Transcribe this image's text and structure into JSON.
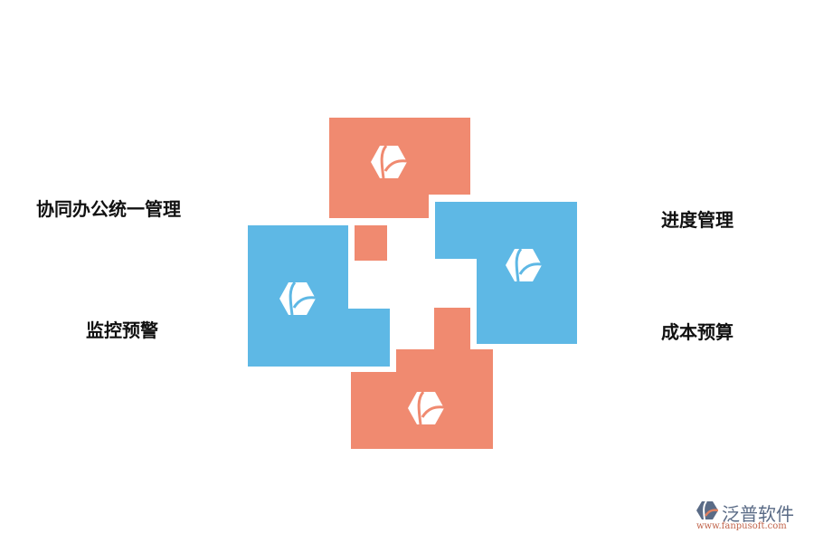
{
  "diagram": {
    "labels": {
      "top_left": "协同办公统一管理",
      "bottom_left": "监控预警",
      "top_right": "进度管理",
      "bottom_right": "成本预算"
    },
    "colors": {
      "coral": "#f08a70",
      "blue": "#5eb8e5",
      "text": "#111111"
    },
    "icons": [
      "hexagon-logo-icon",
      "hexagon-logo-icon",
      "hexagon-logo-icon",
      "hexagon-logo-icon"
    ]
  },
  "watermark": {
    "brand_cn": "泛普软件",
    "url": "www.fanpusoft.com"
  }
}
